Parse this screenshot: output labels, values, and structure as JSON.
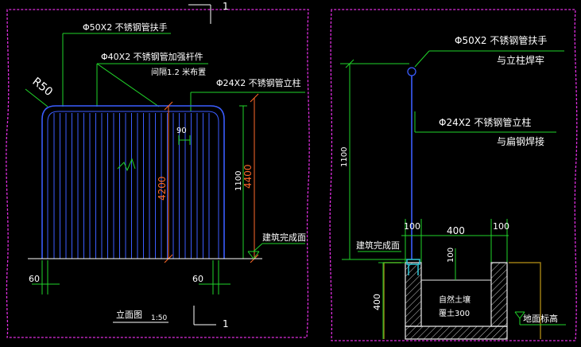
{
  "colors": {
    "background": "#000000",
    "border": "#e02ee0",
    "leader": "#21d42a",
    "railing": "#3b5dff",
    "dimension_red": "#ff3333",
    "dimension_orange": "#ff6a2a",
    "text": "#ffffff",
    "concrete": "#e8e8e8",
    "foundation": "#9a7a12",
    "steel_cyan": "#30c8d8"
  },
  "elevation": {
    "section_mark_top": "1",
    "section_mark_bottom": "1",
    "radius_label": "R50",
    "handrail_label": "Φ50X2 不锈钢管扶手",
    "reinforcing_bar_label": "Φ40X2 不锈钢管加强杆件",
    "reinforcing_bar_spacing": "间隔1.2 米布置",
    "post_label": "Φ24X2 不锈钢管立柱",
    "spacing_90": "90",
    "dim_4200": "4200",
    "dim_4400": "4400",
    "dim_1100": "1100",
    "finished_floor": "建筑完成面",
    "left_offset_60": "60",
    "right_offset_60": "60",
    "drawing_title": "立面图",
    "drawing_scale": "1:50"
  },
  "section": {
    "handrail_label": "Φ50X2 不锈钢管扶手",
    "handrail_note": "与立柱焊牢",
    "post_label": "Φ24X2 不锈钢管立柱",
    "post_note": "与扁钢焊接",
    "dim_1100": "1100",
    "dim_100_left": "100",
    "dim_400": "400",
    "dim_100_right": "100",
    "dim_100_vertical": "100",
    "dim_400_vertical": "400",
    "finished_floor": "建筑完成面",
    "soil_label_line1": "自然土壤",
    "soil_label_line2": "覆土300",
    "ground_level": "地面标高"
  }
}
